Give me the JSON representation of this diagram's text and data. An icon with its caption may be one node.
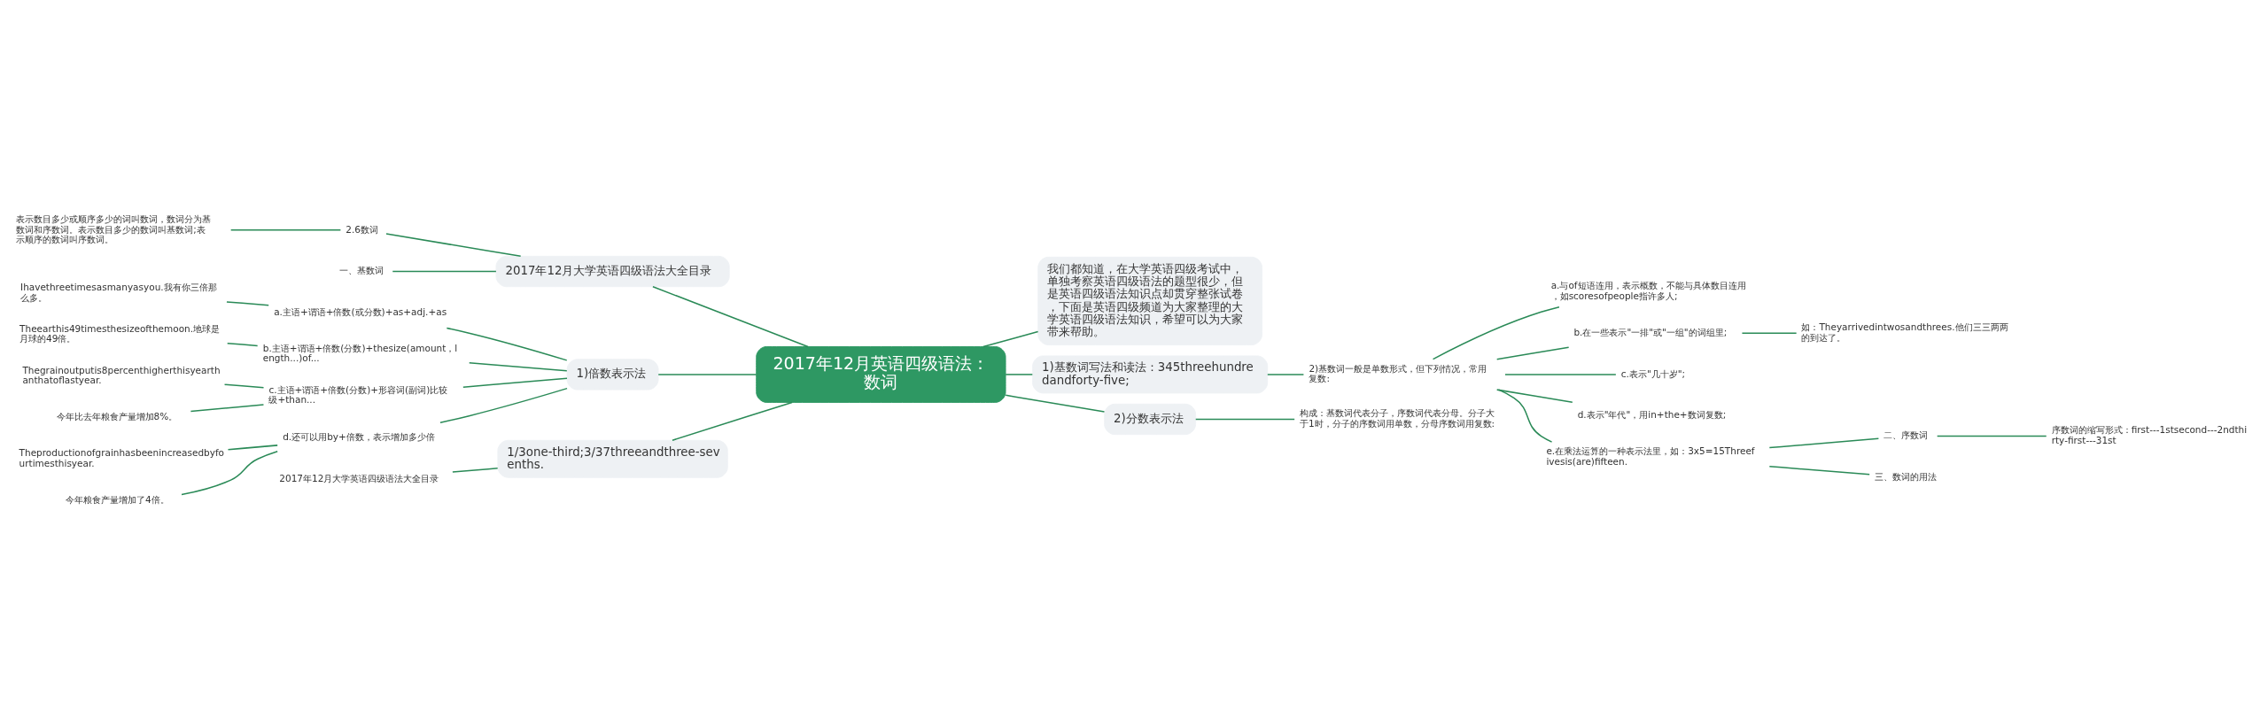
{
  "diagram": {
    "nodes": [
      {
        "text": [
          "2017年12月英语四级语法：数词"
        ]
      },
      {
        "text": [
          "2017年12月大学英语四级语法大全目录"
        ]
      },
      {
        "text": [
          "2.6数词"
        ]
      },
      {
        "text": [
          "表示数目多少或顺序多少的词叫数词，数词分为基数词和序数词。表示数目多少的数词叫基数词;表示顺序的数词叫序数词。"
        ]
      },
      {
        "text": [
          "一、基数词"
        ]
      },
      {
        "text": [
          "1)倍数表示法"
        ]
      },
      {
        "text": [
          "a.主语+谓语+倍数(或分数)+as+adj.+as"
        ]
      },
      {
        "text": [
          "Ihavethreetimesasmanyasyou.我有你三倍那么多。"
        ]
      },
      {
        "text": [
          "b.主语+谓语+倍数(分数)+thesize(amount，length...)of..."
        ]
      },
      {
        "text": [
          "Theearthis49timesthesizeofthemoon.地球是月球的49倍。"
        ]
      },
      {
        "text": [
          "c.主语+谓语+倍数(分数)+形容词(副词)比较级+than..."
        ]
      },
      {
        "text": [
          "Thegrainoutputis8percenthigherthisyearthanthatoflastyear."
        ]
      },
      {
        "text": [
          "今年比去年粮食产量增加8%。"
        ]
      },
      {
        "text": [
          "d.还可以用by+倍数，表示增加多少倍"
        ]
      },
      {
        "text": [
          "Theproductionofgrainhasbeenincreasedbyfourtimesthisyear."
        ]
      },
      {
        "text": [
          "今年粮食产量增加了4倍。"
        ]
      },
      {
        "text": [
          "1/3one-third;3/37threeandthree-sevenths."
        ]
      },
      {
        "text": [
          "2017年12月大学英语四级语法大全目录"
        ]
      },
      {
        "text": [
          "我们都知道，在大学英语四级考试中，单独考察英语四级语法的题型很少，但是英语四级语法知识点却贯穿整张试卷，下面是英语四级频道为大家整理的大学英语四级语法知识，希望可以为大家带来帮助。"
        ]
      },
      {
        "text": [
          "1)基数词写法和读法：345threehundredandforty-five;"
        ]
      },
      {
        "text": [
          "2)基数词一般是单数形式，但下列情况，常用复数:"
        ]
      },
      {
        "text": [
          "a.与of短语连用，表示概数，不能与具体数目连用，如scoresofpeople指许多人;"
        ]
      },
      {
        "text": [
          "b.在一些表示\"一排\"或\"一组\"的词组里;"
        ]
      },
      {
        "text": [
          "如：Theyarrivedintwosandthrees.他们三三两两的到达了。"
        ]
      },
      {
        "text": [
          "c.表示\"几十岁\";"
        ]
      },
      {
        "text": [
          "d.表示\"年代\"，用in+the+数词复数;"
        ]
      },
      {
        "text": [
          "e.在乘法运算的一种表示法里，如：3x5=15Threefivesis(are)fifteen."
        ]
      },
      {
        "text": [
          "二、序数词"
        ]
      },
      {
        "text": [
          "序数词的缩写形式：first---1stsecond---2ndthirty-first---31st"
        ]
      },
      {
        "text": [
          "三、数词的用法"
        ]
      },
      {
        "text": [
          "2)分数表示法"
        ]
      },
      {
        "text": [
          "构成：基数词代表分子，序数词代表分母。分子大于1时，分子的序数词用单数，分母序数词用复数:"
        ]
      }
    ],
    "edges": [
      {
        "from": 0,
        "to": 1,
        "arrow": "none"
      },
      {
        "from": 1,
        "to": 2,
        "arrow": "none"
      },
      {
        "from": 2,
        "to": 3,
        "arrow": "none"
      },
      {
        "from": 1,
        "to": 4,
        "arrow": "none"
      },
      {
        "from": 0,
        "to": 5,
        "arrow": "none"
      },
      {
        "from": 5,
        "to": 6,
        "arrow": "none"
      },
      {
        "from": 6,
        "to": 7,
        "arrow": "none"
      },
      {
        "from": 5,
        "to": 8,
        "arrow": "none"
      },
      {
        "from": 8,
        "to": 9,
        "arrow": "none"
      },
      {
        "from": 5,
        "to": 10,
        "arrow": "none"
      },
      {
        "from": 10,
        "to": 11,
        "arrow": "none"
      },
      {
        "from": 10,
        "to": 12,
        "arrow": "none"
      },
      {
        "from": 5,
        "to": 13,
        "arrow": "none"
      },
      {
        "from": 13,
        "to": 14,
        "arrow": "none"
      },
      {
        "from": 13,
        "to": 15,
        "arrow": "none"
      },
      {
        "from": 0,
        "to": 16,
        "arrow": "none"
      },
      {
        "from": 16,
        "to": 17,
        "arrow": "none"
      },
      {
        "from": 0,
        "to": 18,
        "arrow": "none"
      },
      {
        "from": 0,
        "to": 19,
        "arrow": "none"
      },
      {
        "from": 19,
        "to": 20,
        "arrow": "none"
      },
      {
        "from": 20,
        "to": 21,
        "arrow": "none"
      },
      {
        "from": 20,
        "to": 22,
        "arrow": "none"
      },
      {
        "from": 22,
        "to": 23,
        "arrow": "none"
      },
      {
        "from": 20,
        "to": 24,
        "arrow": "none"
      },
      {
        "from": 20,
        "to": 25,
        "arrow": "none"
      },
      {
        "from": 20,
        "to": 26,
        "arrow": "none"
      },
      {
        "from": 26,
        "to": 27,
        "arrow": "none"
      },
      {
        "from": 27,
        "to": 28,
        "arrow": "none"
      },
      {
        "from": 26,
        "to": 29,
        "arrow": "none"
      },
      {
        "from": 0,
        "to": 30,
        "arrow": "none"
      },
      {
        "from": 30,
        "to": 31,
        "arrow": "none"
      }
    ]
  }
}
